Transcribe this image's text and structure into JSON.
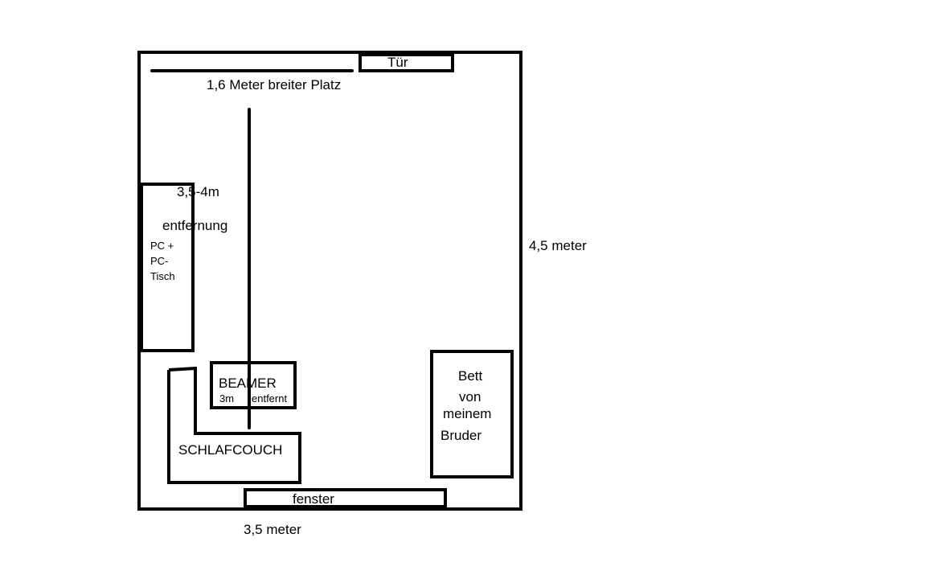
{
  "labels": {
    "door": "Tür",
    "width_note": "1,6 Meter breiter Platz",
    "distance_a": "3,5-4m",
    "distance_b": "entfernung",
    "pc_line1": "PC +",
    "pc_line2": "PC-",
    "pc_line3": "Tisch",
    "room_height": "4,5 meter",
    "beamer": "BEAMER",
    "beamer_dist_a": "3m",
    "beamer_dist_b": "entfernt",
    "couch": "SCHLAFCOUCH",
    "bed_line1": "Bett",
    "bed_line2": "von",
    "bed_line3": "meinem",
    "bed_line4": "Bruder",
    "window": "fenster",
    "room_width": "3,5 meter"
  },
  "colors": {
    "stroke": "#000000",
    "background": "#ffffff"
  }
}
